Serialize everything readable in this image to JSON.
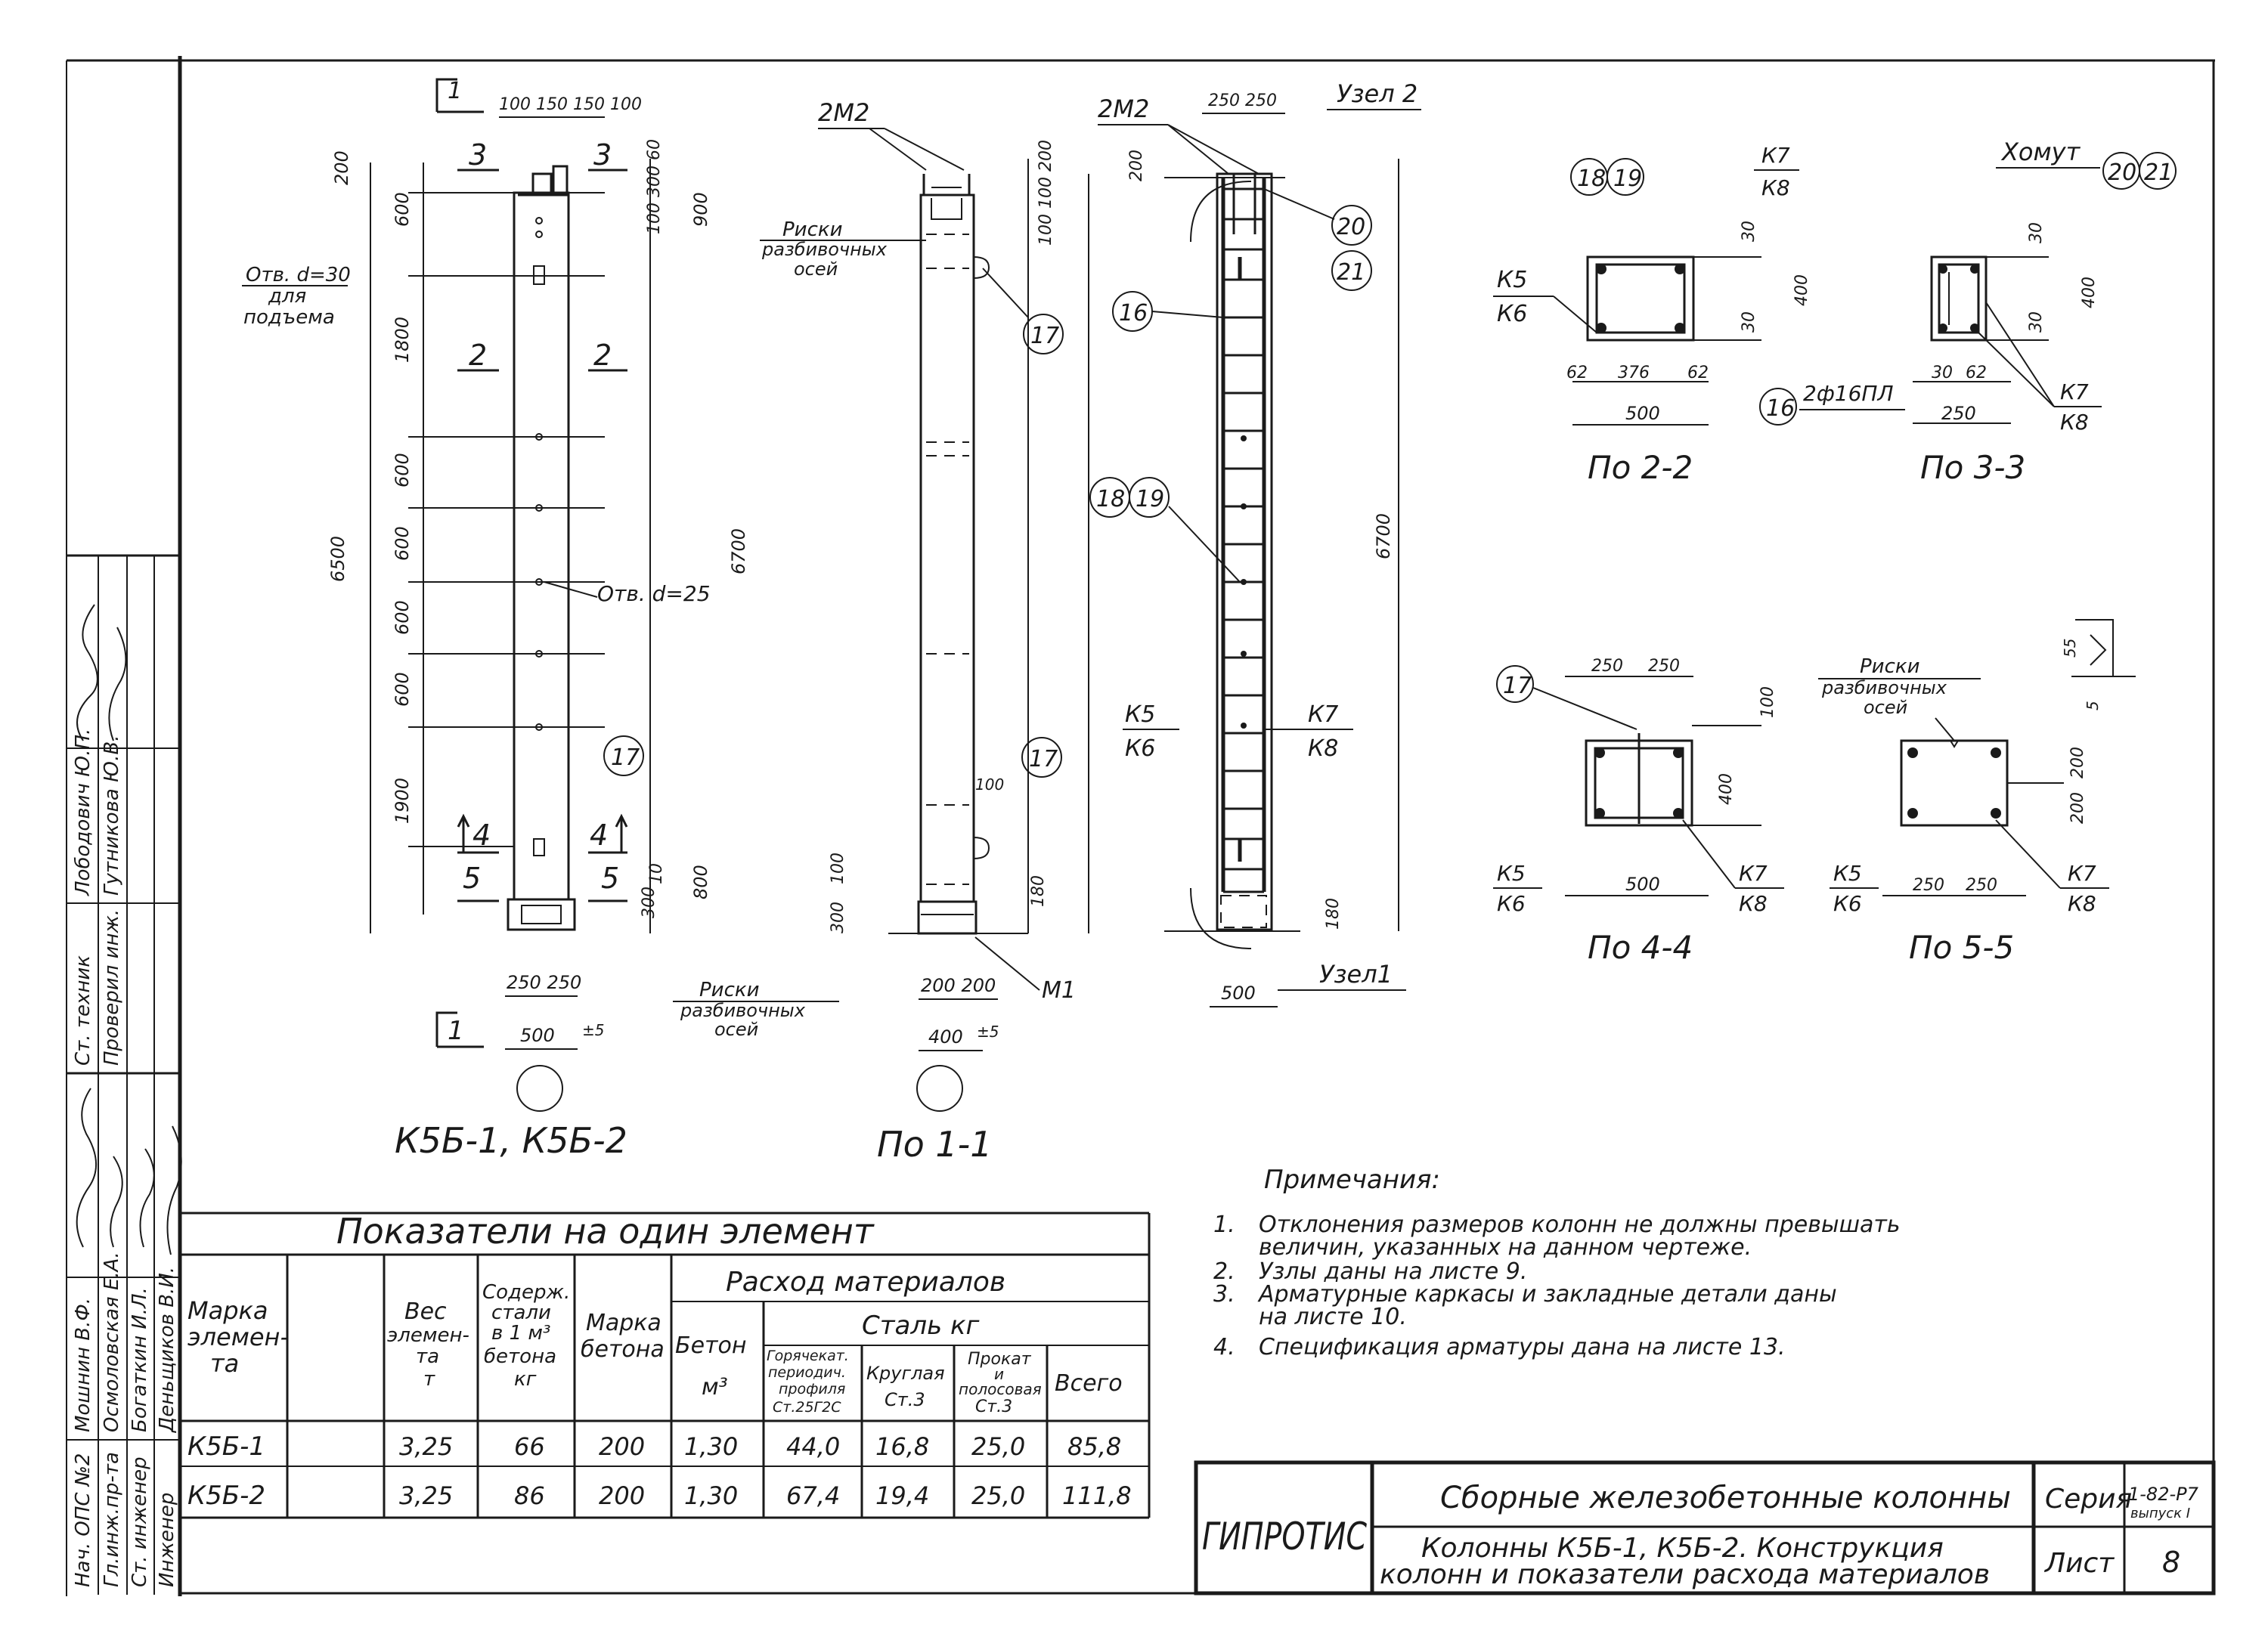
{
  "elevation": {
    "title": "К5Б-1, К5Б-2",
    "top_dims": "100 150 150 100",
    "sec1": "1",
    "sec2": "2",
    "sec3": "3",
    "sec4": "4",
    "sec5": "5",
    "hole30": [
      "Отв. d=30",
      "для",
      "подъема"
    ],
    "hole25": "Отв. d=25",
    "total_h": "6500",
    "left_dims": [
      "200",
      "600",
      "1800",
      "600",
      "600",
      "600",
      "600",
      "1900"
    ],
    "right_dims_top": "100 300 60",
    "right_dim_900": "900",
    "right_dim_800": "800",
    "right_dim_300": "300",
    "right_dim_10": "10",
    "bottom_dims": "250 250",
    "bottom_500": "500",
    "bottom_5": "±5",
    "mark17": "17"
  },
  "section11": {
    "title": "По 1-1",
    "top_mark": "2М2",
    "risk_label": [
      "Риски",
      "разбивочных",
      "осей"
    ],
    "risk_label_bottom": [
      "Риски",
      "разбивочных",
      "осей"
    ],
    "right_dims_top": "100 100 200",
    "total": "6700",
    "mark17": "17",
    "dim100": "100",
    "dim180": "180",
    "dim300": "300",
    "dim100b": "100",
    "bottom_dims": "200 200",
    "bottom_400": "400",
    "bottom_5": "±5",
    "m1": "М1"
  },
  "cage": {
    "top_mark": "2М2",
    "top_dims": "250 250",
    "uzel2": "Узел 2",
    "uzel1": "Узел1",
    "mark16": "16",
    "mark18": "18",
    "mark19": "19",
    "mark20": "20",
    "mark21": "21",
    "dim200": "200",
    "dim180": "180",
    "k5": "К5",
    "k6": "К6",
    "k7": "К7",
    "k8": "К8",
    "bottom_500": "500",
    "total": "6700"
  },
  "sec22": {
    "title": "По 2-2",
    "k7": "К7",
    "k8": "К8",
    "k5": "К5",
    "k6": "К6",
    "m18": "18",
    "m19": "19",
    "d30a": "30",
    "d30b": "30",
    "d400": "400",
    "d62a": "62",
    "d376": "376",
    "d62b": "62",
    "d500": "500",
    "m16": "16",
    "bars": "2ф16ПЛ"
  },
  "sec33": {
    "title": "По 3-3",
    "khomut": "Хомут",
    "m20": "20",
    "m21": "21",
    "d30a": "30",
    "d30b": "30",
    "d400": "400",
    "d30c": "30",
    "d62": "62",
    "d250": "250",
    "k7": "К7",
    "k8": "К8"
  },
  "sec44": {
    "title": "По 4-4",
    "m17": "17",
    "d250a": "250",
    "d250b": "250",
    "d100": "100",
    "d400": "400",
    "d500": "500",
    "k5": "К5",
    "k6": "К6",
    "k7": "К7",
    "k8": "К8"
  },
  "sec55": {
    "title": "По 5-5",
    "risk": [
      "Риски",
      "разбивочных",
      "осей"
    ],
    "d55": "55",
    "d5": "5",
    "d200a": "200",
    "d200b": "200",
    "d250a": "250",
    "d250b": "250",
    "k5": "К5",
    "k6": "К6",
    "k7": "К7",
    "k8": "К8"
  },
  "notes": {
    "title": "Примечания:",
    "items": [
      [
        "1.",
        "Отклонения   размеров   колонн  не  должны  превышать",
        "величин, указанных  на  данном  чертеже."
      ],
      [
        "2.",
        "Узлы даны  на  листе 9.",
        ""
      ],
      [
        "3.",
        "Арматурные  каркасы  и закладные  детали  даны",
        "на  листе  10."
      ],
      [
        "4.",
        "Спецификация  арматуры  дана  на  листе 13.",
        ""
      ]
    ]
  },
  "table": {
    "title": "Показатели  на  один   элемент",
    "h_mark": [
      "Марка",
      "элемен-",
      "та"
    ],
    "h_weight": [
      "Вес",
      "элемен-",
      "та",
      "т"
    ],
    "h_steel": [
      "Содерж.",
      "стали",
      "в 1 м³",
      "бетона",
      "кг"
    ],
    "h_concrete_mark": [
      "Марка",
      "бетона"
    ],
    "h_consumption": "Расход    материалов",
    "h_concrete": [
      "Бетон",
      "м³"
    ],
    "h_steel_kg": "Сталь   кг",
    "h_hot": [
      "Горячекат.",
      "периодич.",
      "профиля",
      "Ст.25Г2С"
    ],
    "h_round": [
      "Круглая",
      "Ст.3"
    ],
    "h_strip": [
      "Прокат",
      "и",
      "полосовая",
      "Ст.3"
    ],
    "h_total": "Всего",
    "rows": [
      [
        "К5Б-1",
        "3,25",
        "66",
        "200",
        "1,30",
        "44,0",
        "16,8",
        "25,0",
        "85,8"
      ],
      [
        "К5Б-2",
        "3,25",
        "86",
        "200",
        "1,30",
        "67,4",
        "19,4",
        "25,0",
        "111,8"
      ]
    ]
  },
  "stamp": {
    "org": "ГИПРОТИС",
    "title1": "Сборные  железобетонные  колонны",
    "title2": "Колонны  К5Б-1, К5Б-2. Конструкция",
    "title3": "колонн  и  показатели  расхода  материалов",
    "series_label": "Серия",
    "series_value": "1-82-Р7",
    "series_issue": "выпуск I",
    "sheet_label": "Лист",
    "sheet_value": "8"
  },
  "side_block": {
    "roles": [
      "Нач. ОПС №2",
      "Гл.инж.пр-та",
      "Ст. инженер",
      "Инженер"
    ],
    "names": [
      "Мошнин В.Ф.",
      "Осмоловская Е.А.",
      "Богаткин И.Л.",
      "Деньщиков В.И."
    ],
    "roles2": [
      "Ст. техник",
      "Проверил инж."
    ],
    "names2": [
      "Лободович Ю.П.",
      "Гутникова Ю.В."
    ]
  }
}
